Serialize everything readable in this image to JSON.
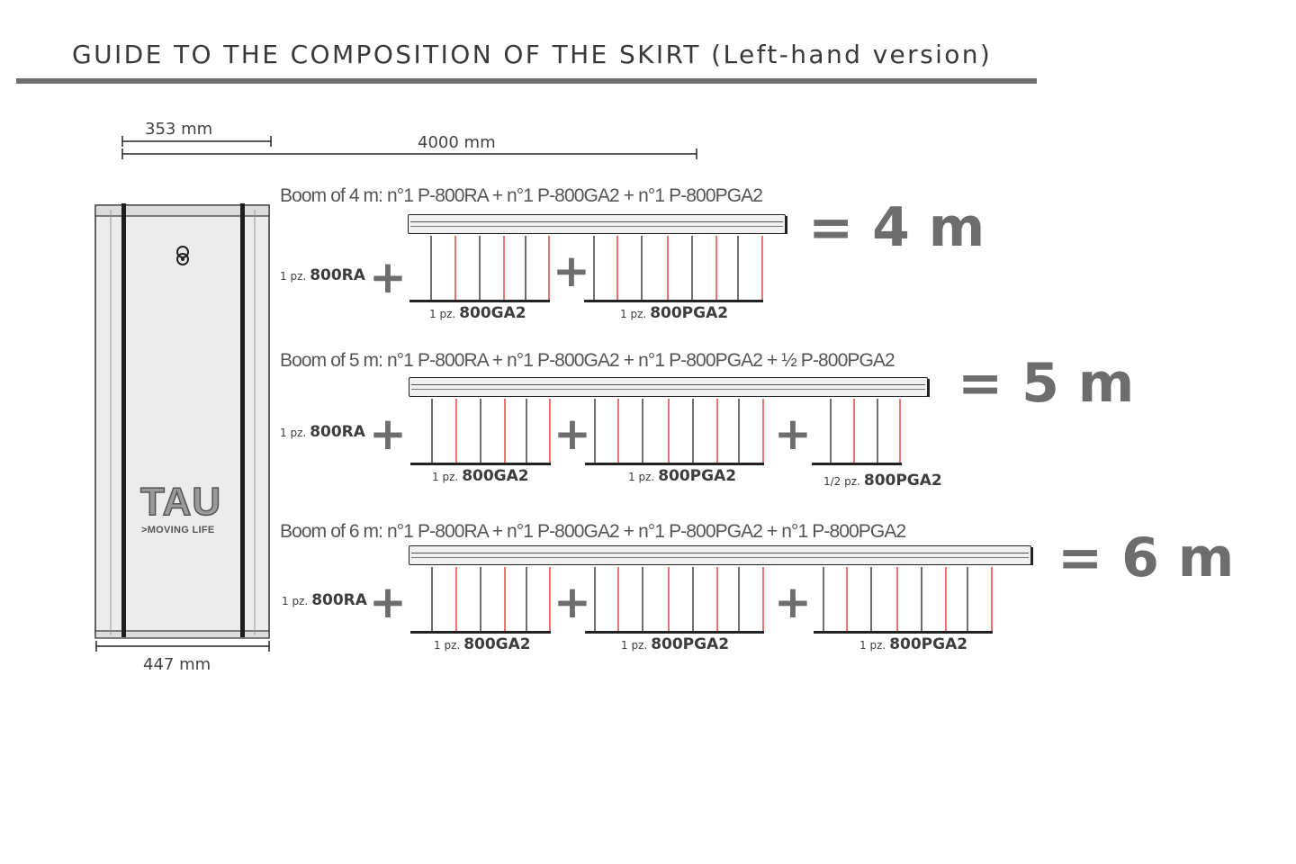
{
  "title": "GUIDE TO THE COMPOSITION OF THE SKIRT (Left-hand version)",
  "dimensions": {
    "post_depth": "353 mm",
    "boom_length": "4000 mm",
    "post_width": "447 mm"
  },
  "post": {
    "logo": "TAU",
    "logo_tagline": ">MOVING LIFE",
    "icon": "keyhole-lock-icon"
  },
  "colors": {
    "accent_line": "#e53935",
    "total_text": "#6d6d6d",
    "rule": "#707070"
  },
  "plus_symbol": "+",
  "rows": [
    {
      "formula": "Boom of 4 m: n°1 P-800RA + n°1 P-800GA2 + n°1 P-800PGA2",
      "total": "= 4 m",
      "first": {
        "qty": "1 pz.",
        "code": "800RA"
      },
      "parts": [
        {
          "qty": "1 pz.",
          "code": "800GA2"
        },
        {
          "qty": "1 pz.",
          "code": "800PGA2"
        }
      ]
    },
    {
      "formula": "Boom of 5 m: n°1 P-800RA + n°1 P-800GA2 + n°1 P-800PGA2 + ½ P-800PGA2",
      "total": "= 5 m",
      "first": {
        "qty": "1 pz.",
        "code": "800RA"
      },
      "parts": [
        {
          "qty": "1 pz.",
          "code": "800GA2"
        },
        {
          "qty": "1 pz.",
          "code": "800PGA2"
        },
        {
          "qty": "1/2 pz.",
          "code": "800PGA2"
        }
      ]
    },
    {
      "formula": "Boom of 6 m: n°1 P-800RA + n°1 P-800GA2 + n°1 P-800PGA2 + n°1 P-800PGA2",
      "total": "= 6 m",
      "first": {
        "qty": "1 pz.",
        "code": "800RA"
      },
      "parts": [
        {
          "qty": "1 pz.",
          "code": "800GA2"
        },
        {
          "qty": "1 pz.",
          "code": "800PGA2"
        },
        {
          "qty": "1 pz.",
          "code": "800PGA2"
        }
      ]
    }
  ]
}
